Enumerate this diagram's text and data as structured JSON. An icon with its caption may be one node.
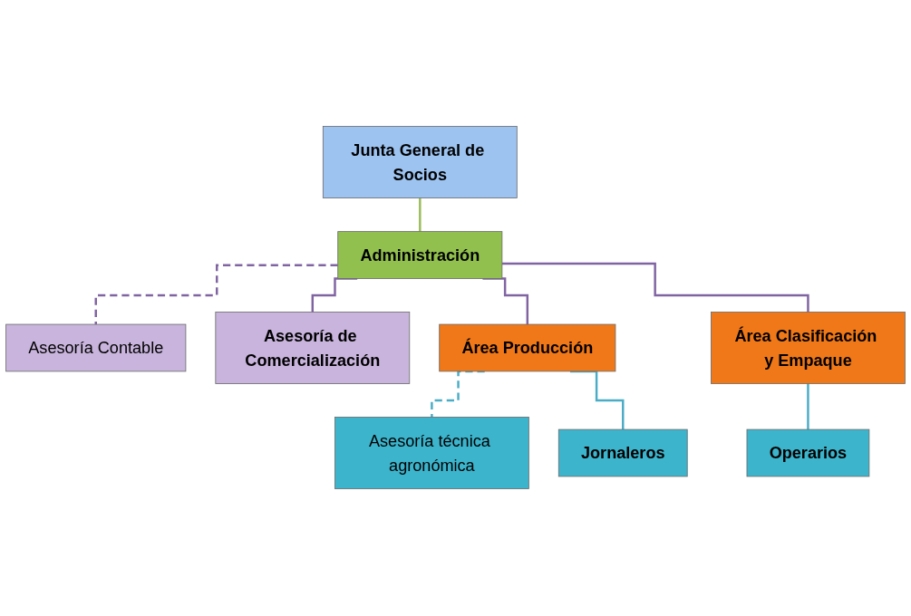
{
  "diagram": {
    "nodes": [
      {
        "text": [
          "Junta General de Socios"
        ]
      },
      {
        "text": [
          "Administración"
        ]
      },
      {
        "text": [
          "Asesoría Contable"
        ]
      },
      {
        "text": [
          "Asesoría de Comercialización"
        ]
      },
      {
        "text": [
          "Área Producción"
        ]
      },
      {
        "text": [
          "Área Clasificación y Empaque"
        ]
      },
      {
        "text": [
          "Asesoría técnica agronómica"
        ]
      },
      {
        "text": [
          "Operarios"
        ]
      },
      {
        "text": [
          "Jornaleros"
        ]
      }
    ],
    "edges": [
      {
        "from": 0,
        "to": 1,
        "arrow": "none",
        "color": "#9bbb59"
      },
      {
        "from": 1,
        "to": 2,
        "arrow": "none",
        "style": "dashed"
      },
      {
        "from": 1,
        "to": 3,
        "arrow": "none"
      },
      {
        "from": 1,
        "to": 4,
        "arrow": "none"
      },
      {
        "from": 1,
        "to": 5,
        "arrow": "none"
      },
      {
        "from": 4,
        "to": 6,
        "arrow": "none",
        "style": "dashed",
        "color": "#4bacc6"
      },
      {
        "from": 4,
        "to": 8,
        "arrow": "none",
        "color": "#4bacc6"
      },
      {
        "from": 5,
        "to": 7,
        "arrow": "none",
        "color": "#4bacc6"
      }
    ]
  }
}
